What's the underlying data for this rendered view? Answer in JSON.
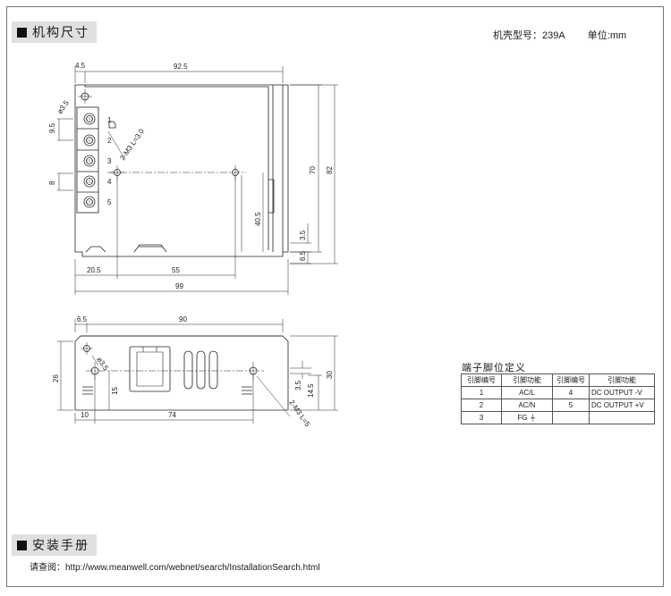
{
  "sections": {
    "dimensions_title": "机构尺寸",
    "install_title": "安装手册"
  },
  "case_info": {
    "model": "机壳型号：239A",
    "unit": "单位:mm"
  },
  "drawing_top": {
    "dims": [
      "4.5",
      "92.5",
      "9.5",
      "8",
      "70",
      "82",
      "40.5",
      "3.5",
      "6.5",
      "20.5",
      "55",
      "99"
    ],
    "hole_label": "ø3.5",
    "screw_label": "2-M3 L=3.0",
    "terminal_numbers": [
      "1",
      "2",
      "3",
      "4",
      "5"
    ]
  },
  "drawing_side": {
    "dims": [
      "6.5",
      "90",
      "26",
      "30",
      "15",
      "3.5",
      "14.5",
      "10",
      "74"
    ],
    "hole_label": "ø3.5",
    "screw_label": "2-M3 L=5"
  },
  "pin_table": {
    "title": "端子脚位定义",
    "headers": [
      "引脚编号",
      "引脚功能",
      "引脚编号",
      "引脚功能"
    ],
    "rows": [
      [
        "1",
        "AC/L",
        "4",
        "DC OUTPUT -V"
      ],
      [
        "2",
        "AC/N",
        "5",
        "DC OUTPUT +V"
      ],
      [
        "3",
        "FG ⏚",
        "",
        ""
      ]
    ]
  },
  "install": {
    "text": "请查阅：http://www.meanwell.com/webnet/search/InstallationSearch.html"
  }
}
